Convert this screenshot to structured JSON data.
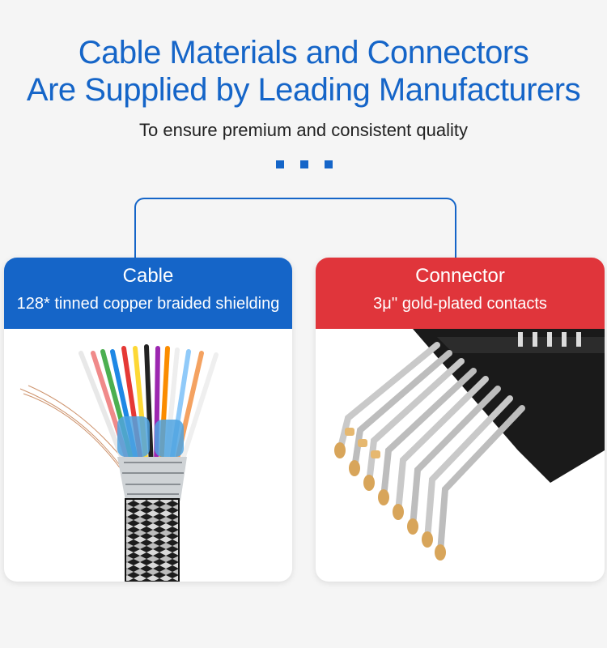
{
  "header": {
    "title_line1": "Cable Materials and Connectors",
    "title_line2": "Are Supplied by Leading Manufacturers",
    "subtitle": "To ensure premium and consistent quality"
  },
  "cards": [
    {
      "title": "Cable",
      "subtitle": "128* tinned copper braided shielding",
      "color": "#1565c8"
    },
    {
      "title": "Connector",
      "subtitle": "3μ'' gold-plated contacts",
      "color": "#e0353b"
    }
  ],
  "colors": {
    "accent": "#1565c8",
    "connector_red": "#e0353b"
  }
}
